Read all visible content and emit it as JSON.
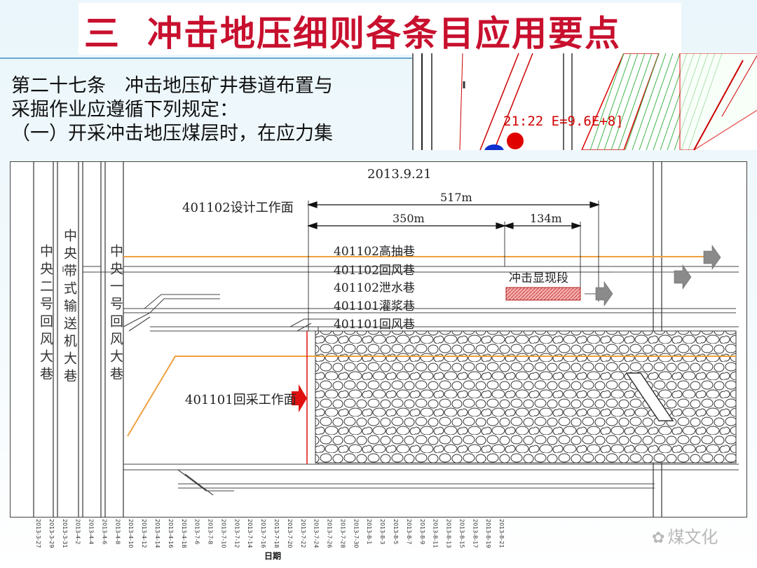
{
  "title": {
    "number": "三",
    "text": "冲击地压细则各条目应用要点"
  },
  "rule": {
    "line1": "第二十七条　冲击地压矿井巷道布置与",
    "line2": "采掘作业应遵循下列规定：",
    "line3": "（一）开采冲击地压煤层时，在应力集"
  },
  "inset": {
    "readout": "21:22 E=9.6E+8]"
  },
  "diagram": {
    "date": "2013.9.21",
    "design_face": "401102设计工作面",
    "mining_face": "401101回采工作面",
    "dist_total": "517m",
    "dist_left": "350m",
    "dist_right": "134m",
    "roadways": [
      "401102高抽巷",
      "401102回风巷",
      "401102泄水巷",
      "401101灌浆巷",
      "401101回风巷"
    ],
    "burst_zone": "冲击显现段",
    "vertical_labels": [
      "中央二号回风大巷",
      "中央带式输送机大巷",
      "中央一号回风大巷"
    ]
  },
  "timeline": {
    "label": "日期",
    "dates": [
      "2013-3-27",
      "2013-3-29",
      "2013-3-31",
      "2013-4-2",
      "2013-4-4",
      "2013-4-6",
      "2013-4-8",
      "2013-4-10",
      "2013-4-12",
      "2013-4-14",
      "2013-4-16",
      "2013-4-18",
      "2013-7-6",
      "2013-7-8",
      "2013-7-10",
      "2013-7-12",
      "2013-7-14",
      "2013-7-16",
      "2013-7-18",
      "2013-7-20",
      "2013-7-22",
      "2013-7-24",
      "2013-7-26",
      "2013-7-28",
      "2013-7-30",
      "2013-8-1",
      "2013-8-3",
      "2013-8-5",
      "2013-8-7",
      "2013-8-9",
      "2013-8-11",
      "2013-8-13",
      "2013-8-15",
      "2013-8-17",
      "2013-8-19",
      "2013-8-21"
    ]
  },
  "watermark": {
    "text": "煤文化",
    "icon": "wechat-icon"
  },
  "colors": {
    "title": "#c8102e",
    "arrow_red": "#e01010",
    "arrow_gray": "#8a8a8a",
    "gas_line": "#f0a040",
    "burst_fill": "#e87070"
  }
}
